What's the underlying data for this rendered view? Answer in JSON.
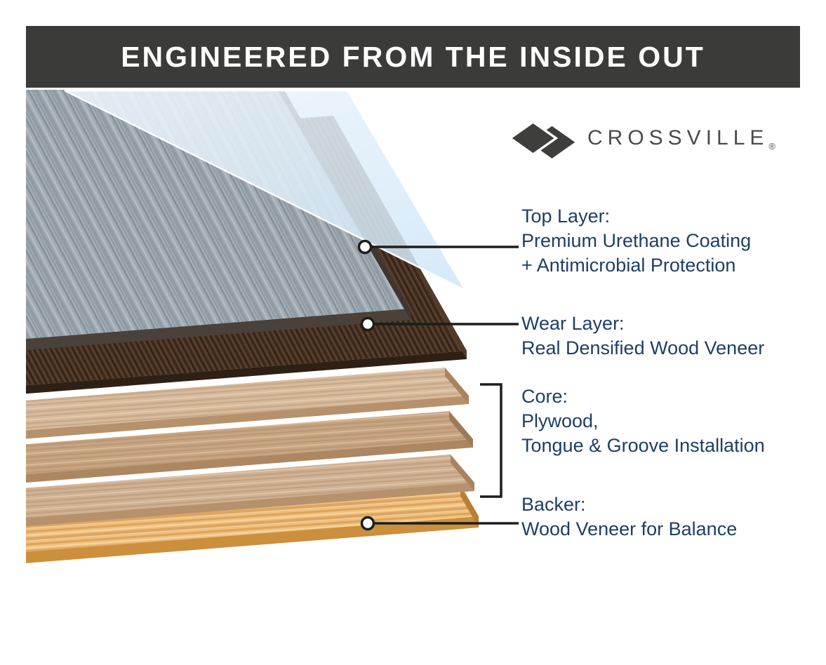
{
  "header": {
    "title": "ENGINEERED FROM THE INSIDE OUT",
    "bg_color": "#3b3b3a",
    "text_color": "#ffffff"
  },
  "logo": {
    "text": "CROSSVILLE",
    "registered": "®",
    "text_color": "#4b4b4a",
    "mark_color": "#3e3e3d"
  },
  "callouts": {
    "top_layer": {
      "title": "Top Layer:",
      "line1": "Premium Urethane Coating",
      "line2": "+ Antimicrobial Protection"
    },
    "wear_layer": {
      "title": "Wear Layer:",
      "line1": "Real Densified Wood Veneer"
    },
    "core": {
      "title": "Core:",
      "line1": "Plywood,",
      "line2": "Tongue & Groove Installation"
    },
    "backer": {
      "title": "Backer:",
      "line1": "Wood Veneer for Balance"
    }
  },
  "layers": [
    {
      "name": "urethane-coating-sheet",
      "color": "#dcecf9"
    },
    {
      "name": "top-layer-veneer",
      "color": "#a2acb4"
    },
    {
      "name": "wear-layer-veneer",
      "color": "#4e3827"
    },
    {
      "name": "core-plywood-1",
      "color": "#d7bb9d"
    },
    {
      "name": "core-plywood-2",
      "color": "#c7a582"
    },
    {
      "name": "core-plywood-3",
      "color": "#d0b294"
    },
    {
      "name": "backer-veneer",
      "color": "#eec07f"
    }
  ],
  "colors": {
    "callout_text": "#1d3f66",
    "connector_line": "#1d1d1b",
    "background": "#ffffff"
  }
}
